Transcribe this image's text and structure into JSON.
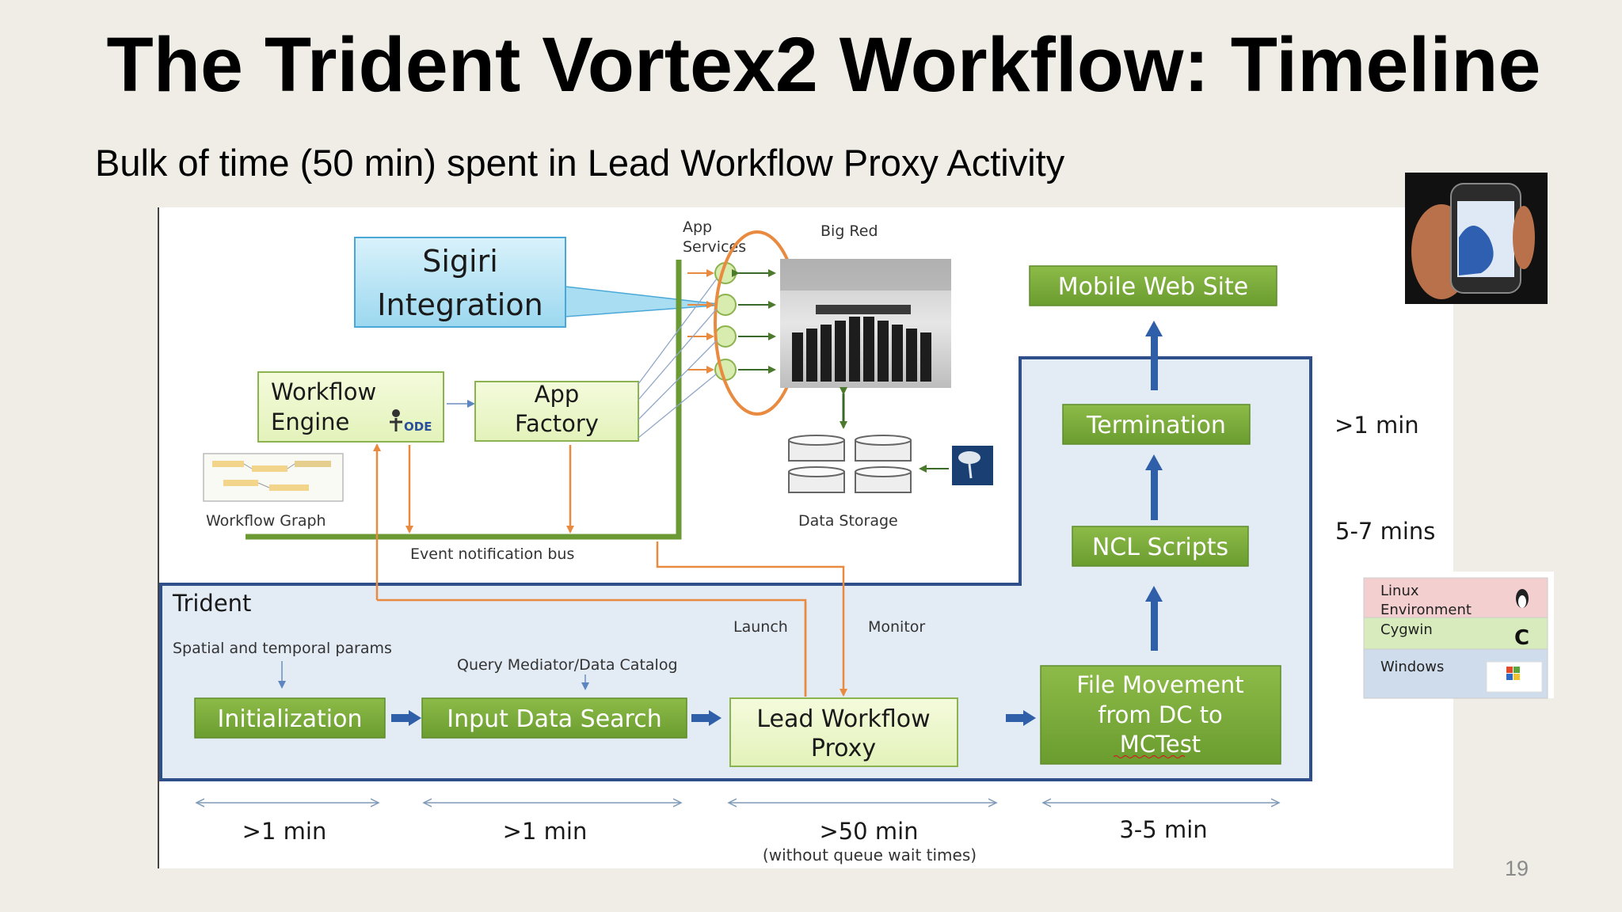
{
  "slide": {
    "title": "The Trident Vortex2 Workflow: Timeline",
    "subtitle": "Bulk of time (50 min) spent in Lead Workflow Proxy Activity",
    "number": "19"
  },
  "diagram": {
    "sigiri": [
      "Sigiri",
      "Integration"
    ],
    "app_services": [
      "App",
      "Services"
    ],
    "big_red": "Big Red",
    "workflow_engine": [
      "Workflow",
      "Engine"
    ],
    "ode_logo": "ODE",
    "app_factory": [
      "App",
      "Factory"
    ],
    "workflow_graph": "Workflow Graph",
    "event_bus": "Event notification bus",
    "data_storage": "Data Storage",
    "mobile_web_site": "Mobile Web Site",
    "termination": "Termination",
    "ncl_scripts": "NCL Scripts",
    "file_movement": [
      "File Movement",
      "from DC to",
      "MCTest"
    ],
    "trident": "Trident",
    "spatial_params": "Spatial and temporal params",
    "query_mediator": "Query Mediator/Data Catalog",
    "launch": "Launch",
    "monitor": "Monitor",
    "initialization": "Initialization",
    "input_data_search": "Input Data Search",
    "lead_workflow_proxy": [
      "Lead Workflow",
      "Proxy"
    ],
    "timeline": [
      ">1 min",
      ">1 min",
      ">50 min",
      "3-5 min"
    ],
    "timeline_note": "(without queue wait times)",
    "side_times": [
      ">1 min",
      "5-7 mins"
    ],
    "environments": [
      "Linux",
      "Environment",
      "Cygwin",
      "Windows"
    ]
  }
}
